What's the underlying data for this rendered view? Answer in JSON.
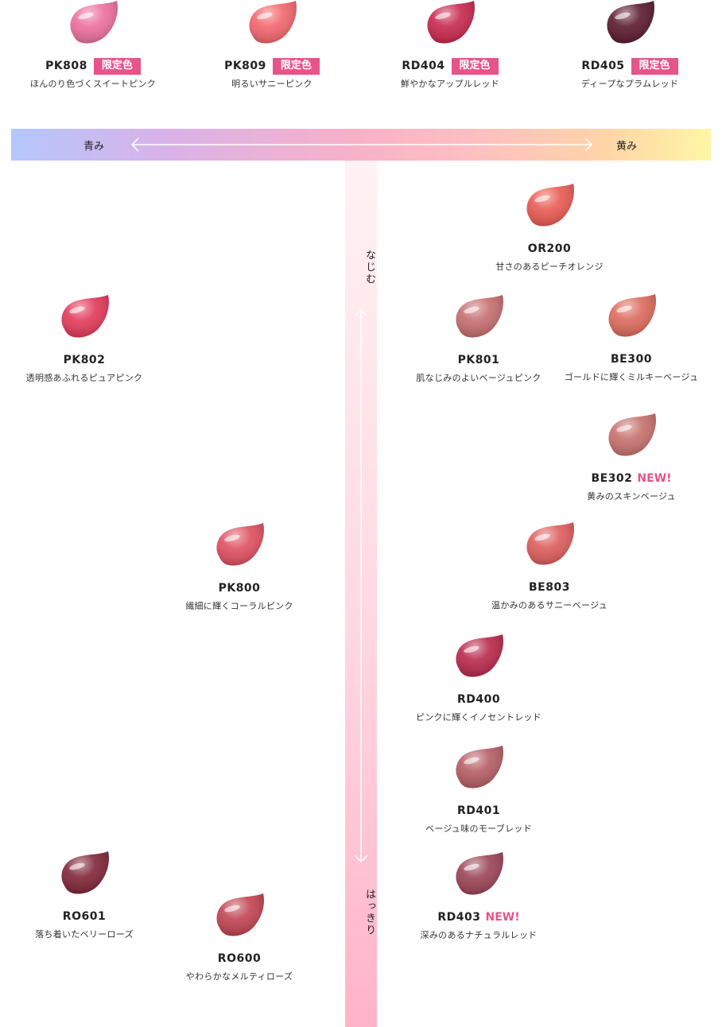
{
  "top_items": [
    {
      "code": "PK808",
      "badge": "限定色",
      "desc": "ほんのり色づくスイートピンク",
      "color": "#ec6f9c"
    },
    {
      "code": "PK809",
      "badge": "限定色",
      "desc": "明るいサニーピンク",
      "color": "#f1666d"
    },
    {
      "code": "RD404",
      "badge": "限定色",
      "desc": "鮮やかなアップルレッド",
      "color": "#c6274d"
    },
    {
      "code": "RD405",
      "badge": "限定色",
      "desc": "ディープなプラムレッド",
      "color": "#5a1a2e"
    }
  ],
  "axis": {
    "left": "青み",
    "right": "黄み",
    "top": "なじむ",
    "bottom": "はっきり"
  },
  "items": {
    "or200": {
      "code": "OR200",
      "desc": "甘さのあるピーチオレンジ",
      "color": "#e85a52"
    },
    "pk802": {
      "code": "PK802",
      "desc": "透明感あふれるピュアピンク",
      "color": "#e3395a"
    },
    "pk801": {
      "code": "PK801",
      "desc": "肌なじみのよいベージュピンク",
      "color": "#c56d6f"
    },
    "be300": {
      "code": "BE300",
      "desc": "ゴールドに輝くミルキーベージュ",
      "color": "#dc6a5c"
    },
    "be302": {
      "code": "BE302",
      "tag": "NEW!",
      "desc": "黄みのスキンベージュ",
      "color": "#c6706c"
    },
    "pk800": {
      "code": "PK800",
      "desc": "繊細に輝くコーラルピンク",
      "color": "#df4f60"
    },
    "be803": {
      "code": "BE803",
      "desc": "温かみのあるサニーベージュ",
      "color": "#dd5c5c"
    },
    "rd400": {
      "code": "RD400",
      "desc": "ピンクに輝くイノセントレッド",
      "color": "#b8284a"
    },
    "rd401": {
      "code": "RD401",
      "desc": "ベージュ味のモーブレッド",
      "color": "#b55d63"
    },
    "ro601": {
      "code": "RO601",
      "desc": "落ち着いたベリーローズ",
      "color": "#7f2538"
    },
    "ro600": {
      "code": "RO600",
      "desc": "やわらかなメルティローズ",
      "color": "#c04351"
    },
    "rd403": {
      "code": "RD403",
      "tag": "NEW!",
      "desc": "深みのあるナチュラルレッド",
      "color": "#9a4355"
    }
  }
}
